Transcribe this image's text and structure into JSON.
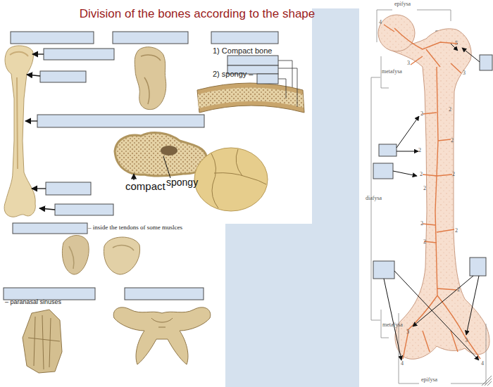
{
  "diagram": {
    "title": "Division of the bones according to the shape",
    "labels": [
      "1) Compact bone",
      "2) spongy –",
      "compact",
      "spongy",
      "– inside the tendons of some muslces",
      "– paranasal sinuses",
      "epifysa",
      "4",
      "5",
      "metafysa",
      "3",
      "3",
      "2",
      "2",
      "2",
      "2",
      "2",
      "2",
      "2",
      "diafysa",
      "2",
      "2",
      "2",
      "2",
      "metafysa",
      "3",
      "3",
      "4",
      "4",
      "epifysa"
    ]
  }
}
